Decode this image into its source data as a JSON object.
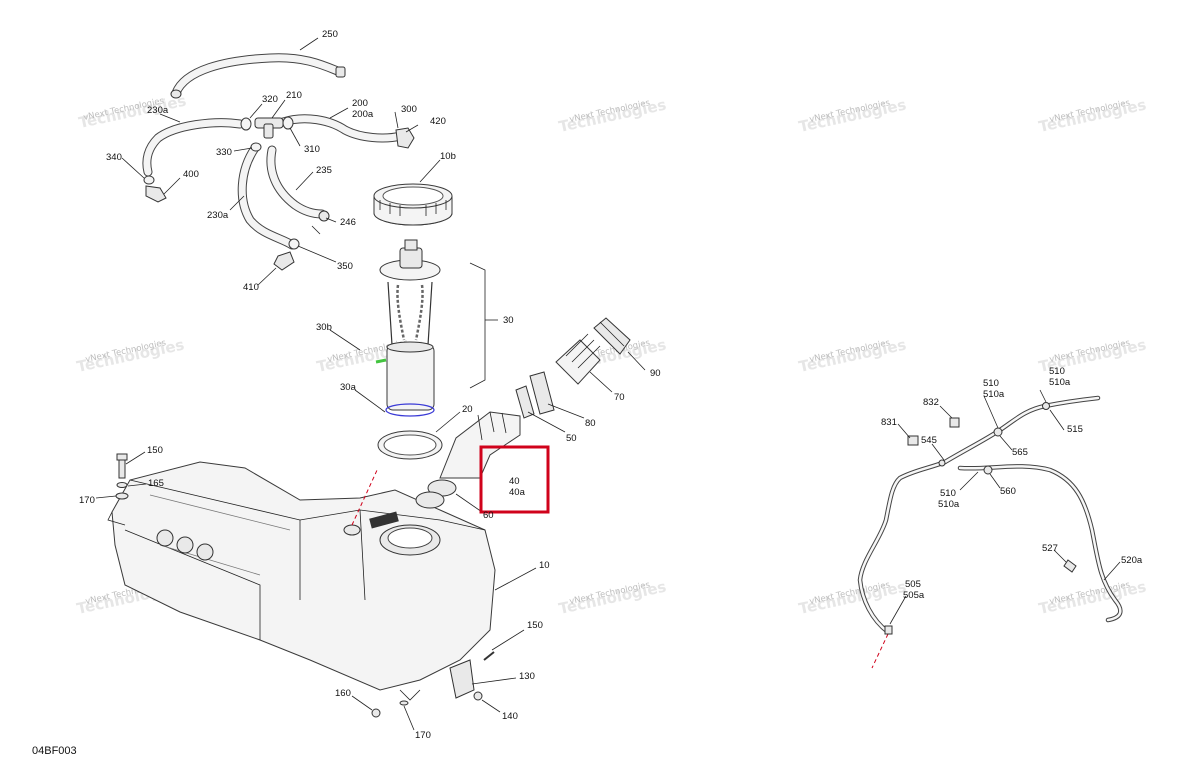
{
  "diagram_code": "04BF003",
  "watermark": {
    "line1": "vNext Technologies",
    "line2": "Technologies"
  },
  "callouts": {
    "c250": "250",
    "c230a_top": "230a",
    "c320": "320",
    "c210": "210",
    "c200": "200",
    "c200a": "200a",
    "c300": "300",
    "c420": "420",
    "c340": "340",
    "c400": "400",
    "c330": "330",
    "c310": "310",
    "c235": "235",
    "c230a": "230a",
    "c246": "246",
    "c350": "350",
    "c410": "410",
    "c10b": "10b",
    "c30": "30",
    "c30b": "30b",
    "c30a": "30a",
    "c90": "90",
    "c70": "70",
    "c80": "80",
    "c50": "50",
    "c20": "20",
    "c40": "40",
    "c40a": "40a",
    "c60": "60",
    "c150": "150",
    "c165": "165",
    "c170": "170",
    "c10": "10",
    "c150b": "150",
    "c130": "130",
    "c140": "140",
    "c160": "160",
    "c170b": "170",
    "c510": "510",
    "c510a": "510a",
    "c510r": "510",
    "c510ar": "510a",
    "c832": "832",
    "c831": "831",
    "c545": "545",
    "c565": "565",
    "c515": "515",
    "c510b": "510",
    "c510ab": "510a",
    "c560": "560",
    "c527": "527",
    "c520a": "520a",
    "c505": "505",
    "c505a": "505a"
  },
  "highlight_color": "#d0021b"
}
